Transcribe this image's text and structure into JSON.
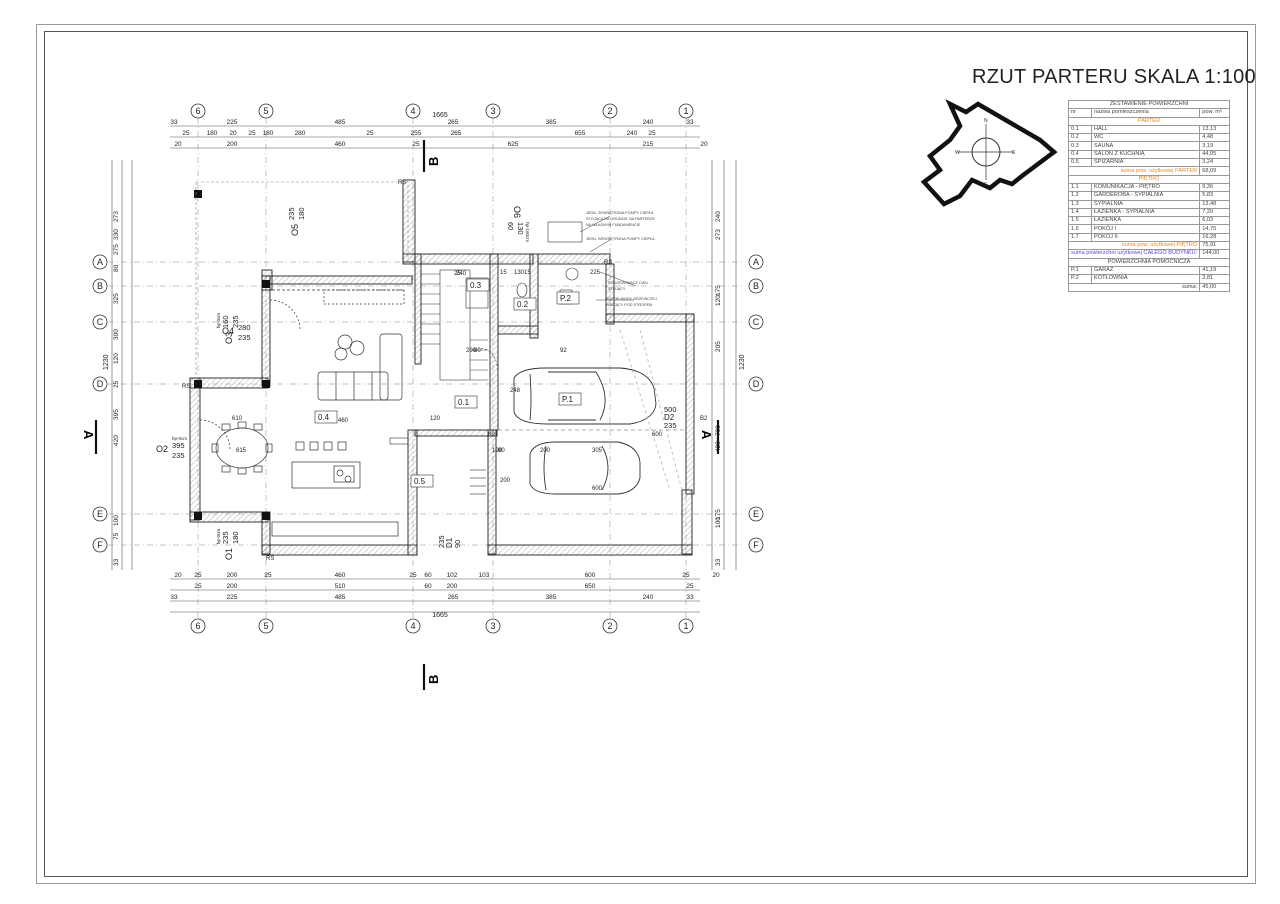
{
  "sheet": {
    "title": "RZUT PARTERU SKALA 1:100"
  },
  "compass": {
    "letters": [
      "N",
      "E",
      "S",
      "W"
    ]
  },
  "schedule": {
    "title": "ZESTAWIENIE POWIERZCHNI",
    "headers": [
      "nr",
      "nazwa pomieszczenia",
      "pow. m²"
    ],
    "ground_label": "PARTER",
    "ground": [
      {
        "nr": "0.1",
        "name": "HALL",
        "area": "13,13"
      },
      {
        "nr": "0.2",
        "name": "WC",
        "area": "4,48"
      },
      {
        "nr": "0.3",
        "name": "SAUNA",
        "area": "3,19"
      },
      {
        "nr": "0.4",
        "name": "SALON Z KUCHNIĄ",
        "area": "44,05"
      },
      {
        "nr": "0.5",
        "name": "SPIŻARNIA",
        "area": "3,24"
      }
    ],
    "ground_sum_label": "suma pow. użytkowej PARTER",
    "ground_sum": "68,09",
    "upper_label": "PIĘTRO",
    "upper": [
      {
        "nr": "1.1",
        "name": "KOMUNIKACJA - PIĘTRO",
        "area": "9,36"
      },
      {
        "nr": "1.2",
        "name": "GARDEROBA - SYPIALNIA",
        "area": "5,83"
      },
      {
        "nr": "1.3",
        "name": "SYPIALNIA",
        "area": "13,48"
      },
      {
        "nr": "1.4",
        "name": "ŁAZIENKA - SYPIALNIA",
        "area": "7,20"
      },
      {
        "nr": "1.5",
        "name": "ŁAZIENKA",
        "area": "6,03"
      },
      {
        "nr": "1.6",
        "name": "POKÓJ I",
        "area": "14,75"
      },
      {
        "nr": "1.7",
        "name": "POKÓJ II",
        "area": "16,28"
      }
    ],
    "upper_sum_label": "suma pow. użytkowej PIĘTRO",
    "upper_sum": "75,91",
    "total_label": "suma powierzchni użytkowej CAŁEGO BUDYNKU:",
    "total": "144,00",
    "aux_label": "POWIERZCHNIA POMOCNICZA",
    "aux": [
      {
        "nr": "P.1",
        "name": "GARAŻ",
        "area": "41,19"
      },
      {
        "nr": "P.2",
        "name": "KOTŁOWNIA",
        "area": "3,81"
      }
    ],
    "aux_sum_label": "suma:",
    "aux_sum": "45,00"
  },
  "plan": {
    "axes_vertical": [
      "6",
      "5",
      "4",
      "3",
      "2",
      "1"
    ],
    "axes_horizontal": [
      "A",
      "B",
      "C",
      "D",
      "E",
      "F"
    ],
    "overall_dim": "1665",
    "overall_dim_vertical": "1230",
    "top_dims_row1": [
      "33",
      "225",
      "485",
      "265",
      "385",
      "240",
      "33"
    ],
    "top_dims_row2": [
      "25",
      "180",
      "20",
      "25",
      "180",
      "280",
      "25",
      "255",
      "265",
      "655",
      "240",
      "25"
    ],
    "top_dims_row3": [
      "20",
      "200",
      "460",
      "25",
      "625",
      "215",
      "20"
    ],
    "bottom_dims_row1": [
      "20",
      "25",
      "200",
      "25",
      "460",
      "25",
      "60",
      "102",
      "103",
      "600",
      "25",
      "20"
    ],
    "bottom_dims_row2": [
      "25",
      "200",
      "510",
      "60",
      "200",
      "650",
      "25"
    ],
    "bottom_dims_row3": [
      "33",
      "225",
      "485",
      "265",
      "385",
      "240",
      "33"
    ],
    "left_dims": [
      "273",
      "330",
      "275",
      "80",
      "325",
      "300",
      "120",
      "25",
      "420",
      "395",
      "100",
      "75",
      "33"
    ],
    "right_dims": [
      "240",
      "273",
      "175",
      "120",
      "205",
      "700",
      "420",
      "175",
      "100",
      "33"
    ],
    "rooms": [
      {
        "id": "0.1",
        "label": "0.1"
      },
      {
        "id": "0.2",
        "label": "0.2"
      },
      {
        "id": "0.3",
        "label": "0.3"
      },
      {
        "id": "0.4",
        "label": "0.4"
      },
      {
        "id": "0.5",
        "label": "0.5"
      },
      {
        "id": "P.1",
        "label": "P.1"
      },
      {
        "id": "P.2",
        "label": "P.2"
      }
    ],
    "windows": [
      {
        "label": "O1",
        "sill": "hp-0cm",
        "w": "235",
        "h": "180"
      },
      {
        "label": "O2",
        "sill": "hp-0cm",
        "w": "395",
        "h": "235"
      },
      {
        "label": "O3",
        "sill": "hp-0cm",
        "w": "160",
        "h": "235"
      },
      {
        "label": "O4",
        "sill": "",
        "w": "280",
        "h": "235"
      },
      {
        "label": "O5",
        "sill": "",
        "w": "235",
        "h": "180"
      },
      {
        "label": "O6",
        "sill": "hp-160cm",
        "w": "130",
        "h": "60"
      }
    ],
    "doors": [
      {
        "label": "D1",
        "w": "235",
        "h": "90"
      },
      {
        "label": "D2",
        "w": "500",
        "h": "235"
      }
    ],
    "section_labels": [
      "A",
      "B"
    ],
    "notes": [
      "JEDN. ZEWNĘTRZNA POMPY CIEPŁA",
      "STOJĄCA NA GRUNCIE NA PARTERZE",
      "NA WŁASNYM FUNDAMENCIE",
      "JEDN. WEWNĘTRZNA POMPY CIEPŁA",
      "PODGRZEWACZ CWU",
      "STOJĄCY",
      "BUFOR WODY GRZEWCZEJ",
      "WISZĄCY POD STROPEM"
    ],
    "misc_labels": [
      "RS",
      "RS",
      "RS",
      "RS",
      "B2",
      "615",
      "610",
      "460",
      "120",
      "25",
      "240",
      "15",
      "130",
      "15",
      "225",
      "200",
      "80",
      "92",
      "200",
      "80",
      "190",
      "80",
      "200",
      "248",
      "305",
      "600",
      "600",
      "700"
    ]
  }
}
